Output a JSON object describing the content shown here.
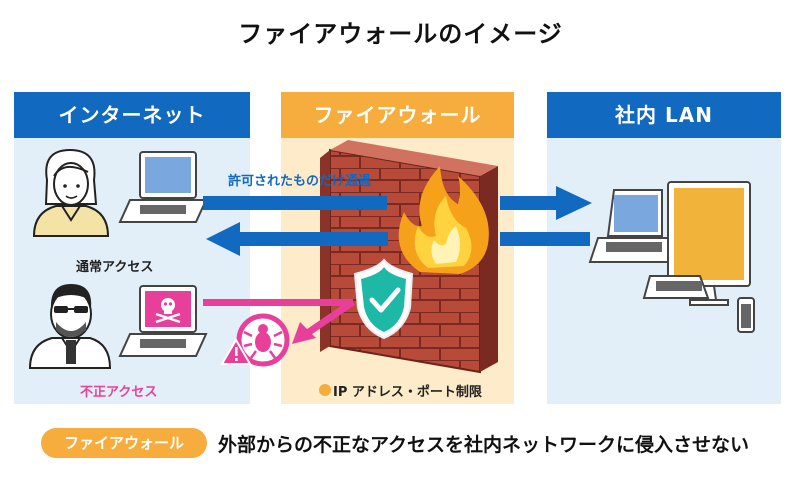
{
  "title": "ファイアウォールのイメージ",
  "panels": {
    "internet": "インターネット",
    "firewall": "ファイアウォール",
    "lan": "社内 LAN"
  },
  "labels": {
    "allowed": "許可されたものだけ通過",
    "normal_access": "通常アクセス",
    "illegal_access": "不正アクセス",
    "restriction": "IP アドレス・ポート制限"
  },
  "footer": {
    "badge": "ファイアウォール",
    "text": "外部からの不正なアクセスを社内ネットワークに侵入させない"
  },
  "colors": {
    "blue": "#1169c0",
    "orange": "#f6ad3e",
    "pink": "#e8409a",
    "brick": "#b84a3a"
  }
}
